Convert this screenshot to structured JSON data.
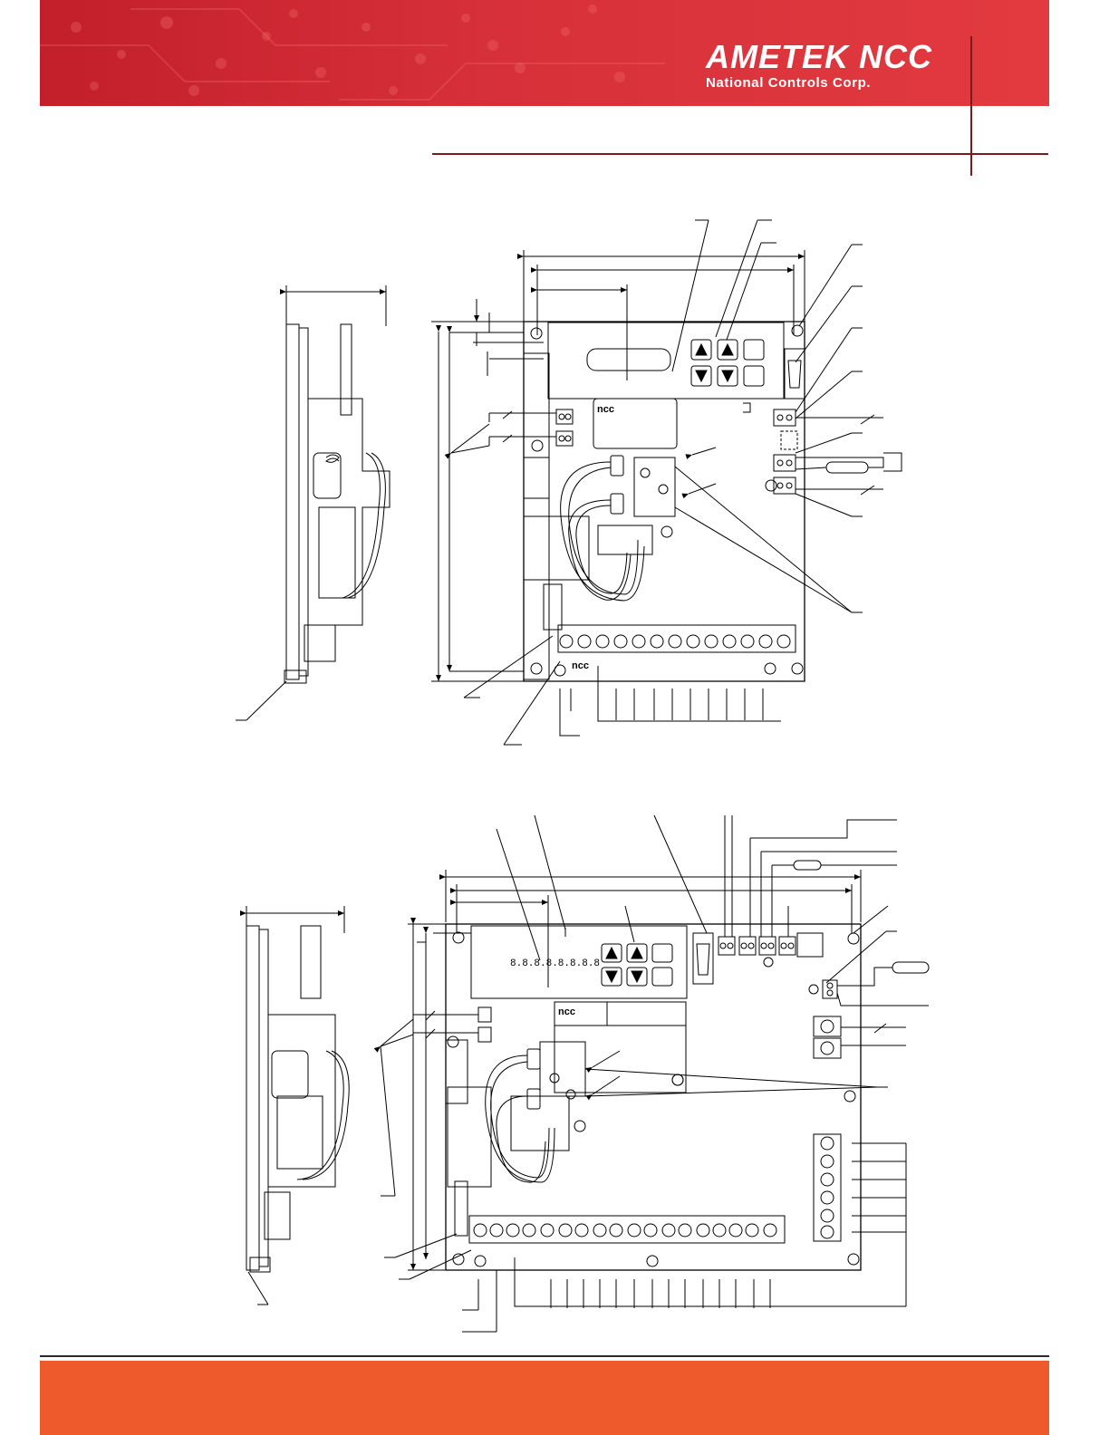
{
  "header": {
    "brand_name": "AMETEK NCC",
    "brand_subtitle": "National Controls Corp."
  },
  "drawing": {
    "board_logo_text": "ncc",
    "display_digits": "8.8.8.8.8.8.8.8"
  },
  "colors": {
    "header_red": "#d7303a",
    "footer_orange": "#ee5a2c",
    "rule_dark_red": "#7a1a1a"
  }
}
